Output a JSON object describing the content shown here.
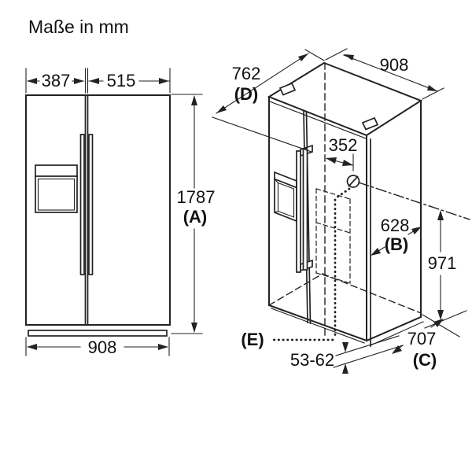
{
  "title": "Maße in mm",
  "colors": {
    "line": "#222222",
    "background": "#ffffff"
  },
  "front_view": {
    "left_door_width": "387",
    "right_door_width": "515",
    "height": "1787",
    "height_key": "(A)",
    "overall_width": "908"
  },
  "perspective_view": {
    "depth_incl_handle": "762",
    "depth_incl_handle_key": "(D)",
    "overall_width": "908",
    "water_conn_offset": "352",
    "depth_excl_door": "628",
    "depth_excl_door_key": "(B)",
    "water_conn_height": "971",
    "depth_excl_handle": "707",
    "depth_excl_handle_key": "(C)",
    "base_height_range": "53-62",
    "floor_level_key": "(E)"
  }
}
